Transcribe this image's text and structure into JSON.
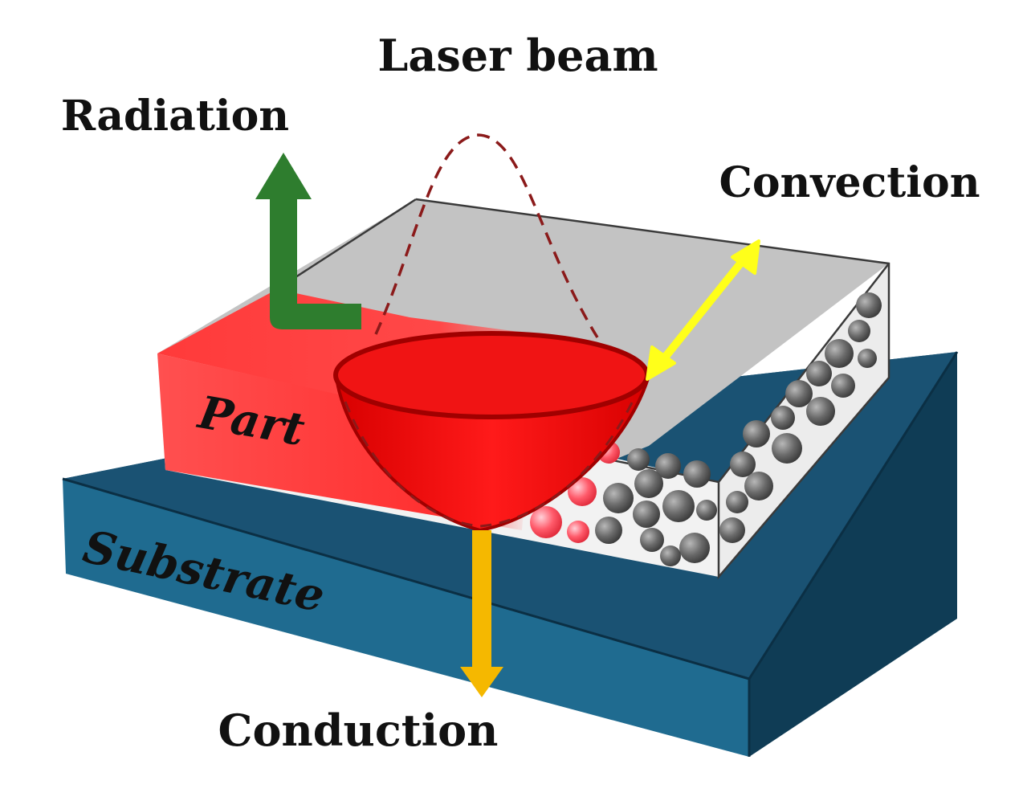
{
  "labels": {
    "laser_beam": "Laser beam",
    "radiation": "Radiation",
    "convection": "Convection",
    "part": "Part",
    "substrate": "Substrate",
    "conduction": "Conduction"
  },
  "colors": {
    "substrate_top": "#1d5a7c",
    "substrate_front": "#1e6a8e",
    "substrate_side": "#0f3d55",
    "part_top_gray": "#c3c3c3",
    "part_side_light": "#f4f4f4",
    "part_red": "#ff3a3a",
    "melt_pool": "#f01010",
    "melt_pool_edge": "#a00000",
    "gaussian_profile": "#8b1a1a",
    "radiation_arrow": "#2e7d2e",
    "convection_arrow": "#ffff1a",
    "conduction_arrow": "#f5b800",
    "powder_gray": "#5a5a5a",
    "powder_red": "#ff5a6a"
  },
  "icons": {
    "radiation": "up-arrow-icon",
    "convection": "double-arrow-icon",
    "conduction": "down-arrow-icon"
  }
}
